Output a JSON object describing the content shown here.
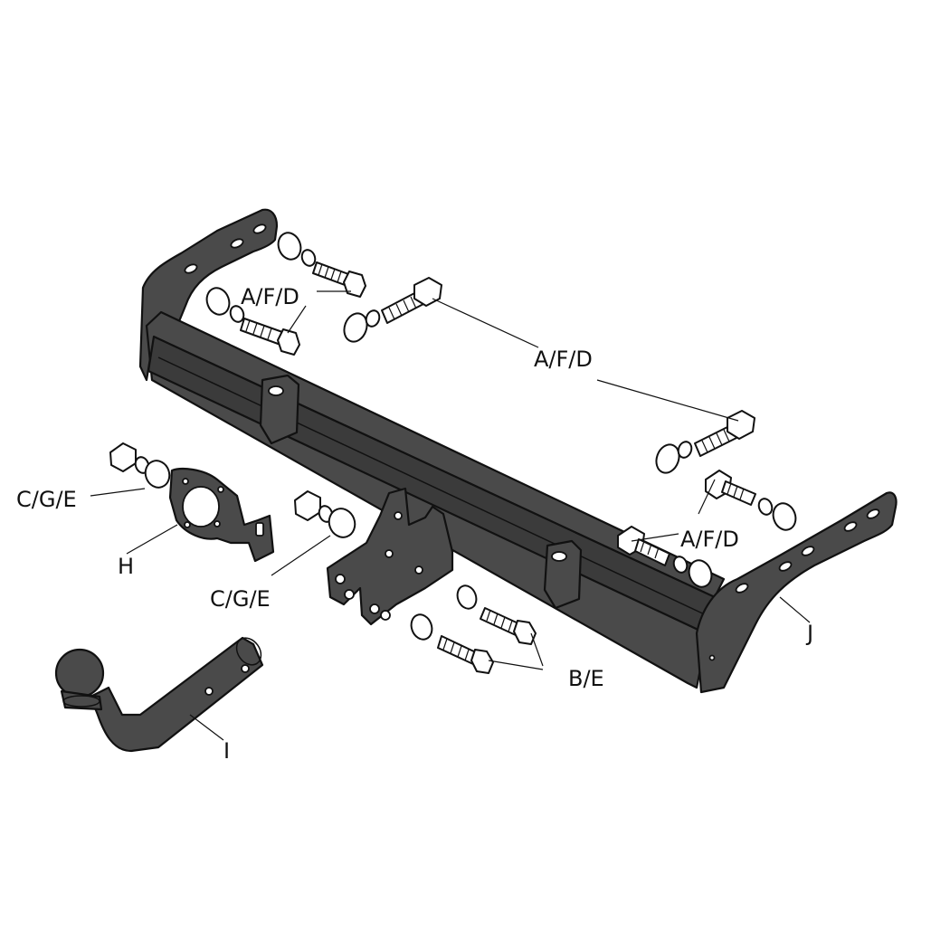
{
  "labels": {
    "afd_top_left": "A/F/D",
    "afd_top_center": "A/F/D",
    "afd_right": "A/F/D",
    "cge_left": "C/G/E",
    "cge_center": "C/G/E",
    "h": "H",
    "i": "I",
    "j": "J",
    "be": "B/E"
  }
}
